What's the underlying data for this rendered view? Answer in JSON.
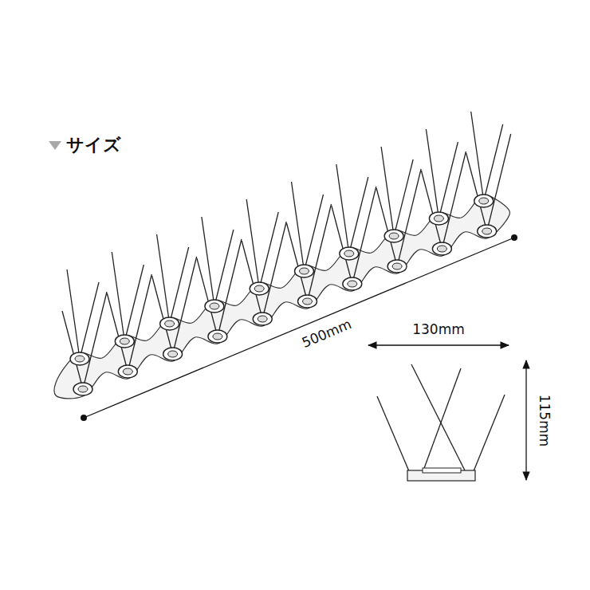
{
  "diagram": {
    "title": "サイズ",
    "labels": [
      "500mm",
      "130mm",
      "115mm"
    ]
  }
}
